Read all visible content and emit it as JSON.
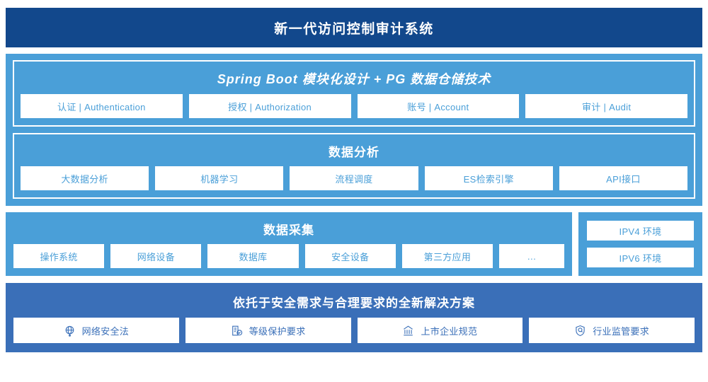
{
  "header": {
    "title": "新一代访问控制审计系统",
    "bg_color": "#12488C"
  },
  "colors": {
    "light_blue": "#4A9FD8",
    "medium_blue": "#3A6FB8",
    "dark_blue": "#12488C",
    "white": "#FFFFFF"
  },
  "platform": {
    "groups": [
      {
        "title": "Spring Boot 模块化设计 + PG 数据仓储技术",
        "italic": true,
        "items": [
          {
            "label": "认证 | Authentication"
          },
          {
            "label": "授权 | Authorization"
          },
          {
            "label": "账号 | Account"
          },
          {
            "label": "审计 | Audit"
          }
        ]
      },
      {
        "title": "数据分析",
        "italic": false,
        "items": [
          {
            "label": "大数据分析"
          },
          {
            "label": "机器学习"
          },
          {
            "label": "流程调度"
          },
          {
            "label": "ES检索引擎"
          },
          {
            "label": "API接口"
          }
        ]
      }
    ]
  },
  "collection": {
    "title": "数据采集",
    "items": [
      {
        "label": "操作系统"
      },
      {
        "label": "网络设备"
      },
      {
        "label": "数据库"
      },
      {
        "label": "安全设备"
      },
      {
        "label": "第三方应用"
      },
      {
        "label": "…"
      }
    ],
    "environments": [
      {
        "label": "IPV4 环境"
      },
      {
        "label": "IPV6 环境"
      }
    ]
  },
  "solution": {
    "title": "依托于安全需求与合理要求的全新解决方案",
    "items": [
      {
        "label": "网络安全法",
        "icon": "globe-icon"
      },
      {
        "label": "等级保护要求",
        "icon": "document-check-icon"
      },
      {
        "label": "上市企业规范",
        "icon": "bank-icon"
      },
      {
        "label": "行业监管要求",
        "icon": "shield-search-icon"
      }
    ]
  }
}
